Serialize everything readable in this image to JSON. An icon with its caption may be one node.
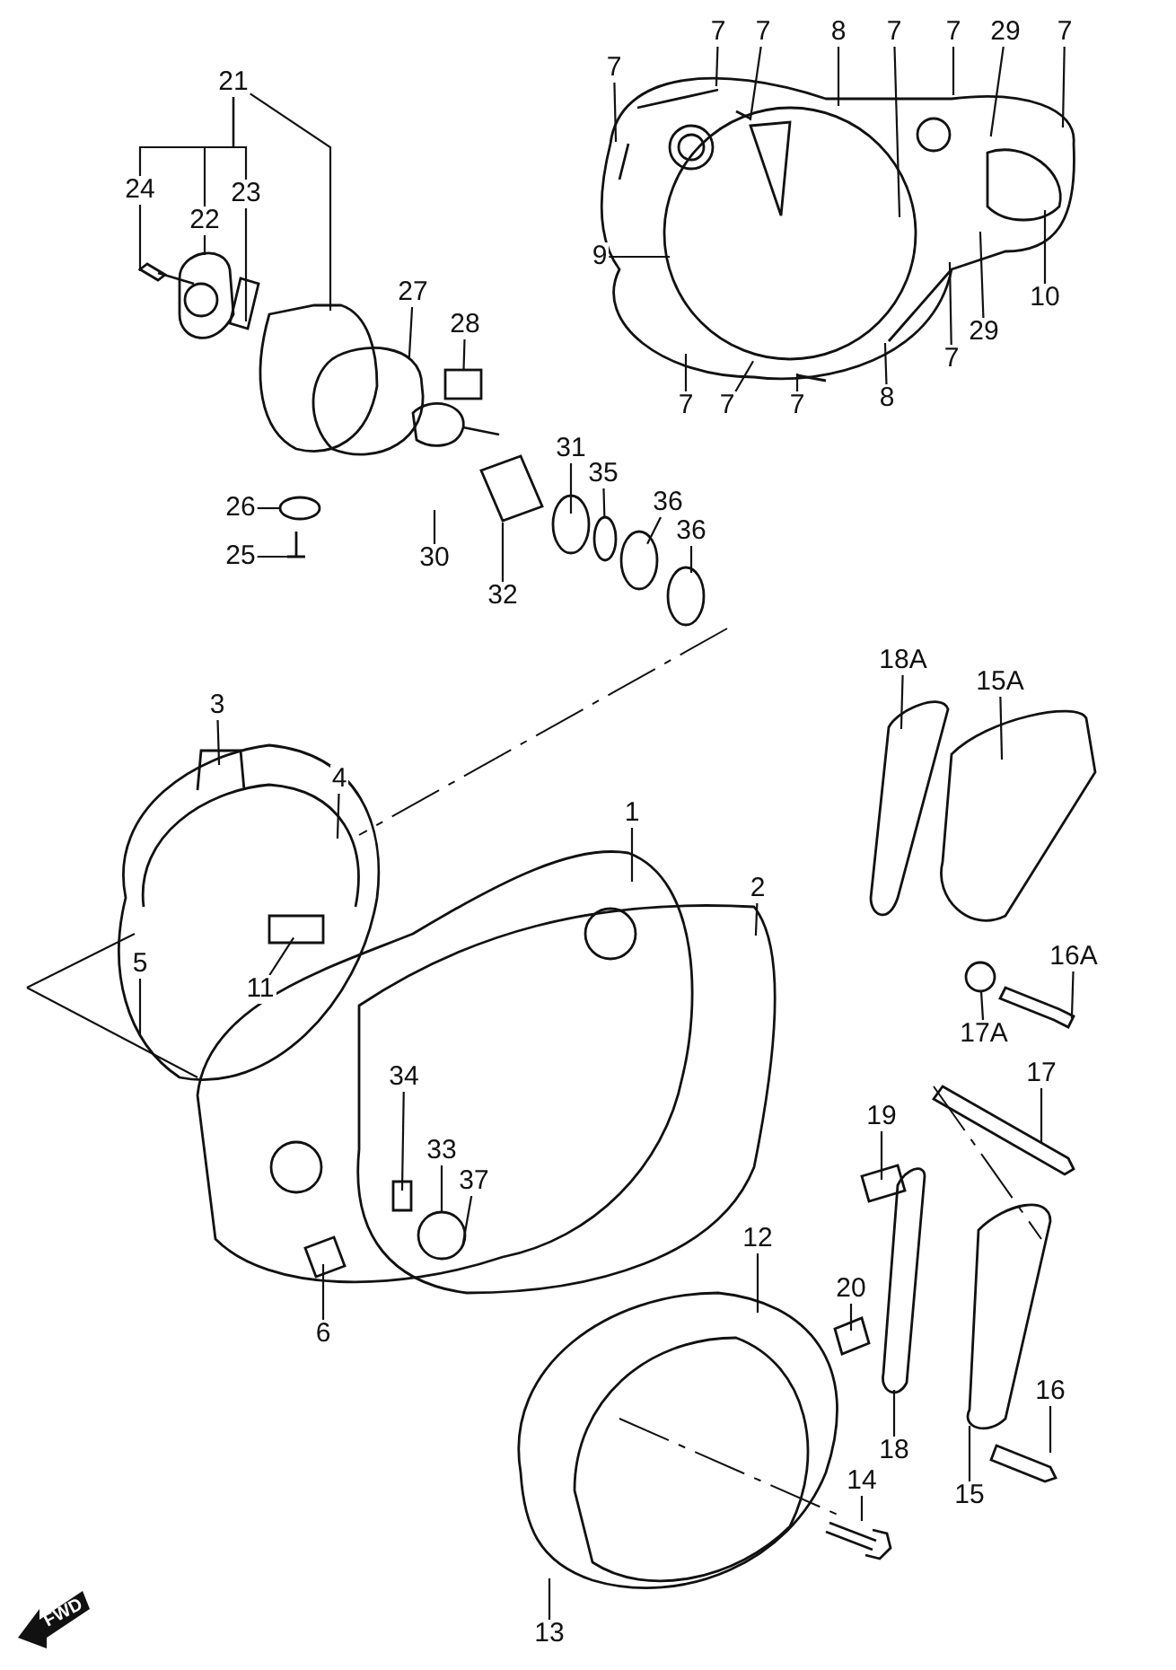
{
  "diagram": {
    "nodes": [
      {
        "text": [
          "21"
        ]
      },
      {
        "text": [
          "24"
        ]
      },
      {
        "text": [
          "22"
        ]
      },
      {
        "text": [
          "23"
        ]
      },
      {
        "text": [
          "27"
        ]
      },
      {
        "text": [
          "28"
        ]
      },
      {
        "text": [
          "31"
        ]
      },
      {
        "text": [
          "26"
        ]
      },
      {
        "text": [
          "25"
        ]
      },
      {
        "text": [
          "30"
        ]
      },
      {
        "text": [
          "32"
        ]
      },
      {
        "text": [
          "35"
        ]
      },
      {
        "text": [
          "36"
        ]
      },
      {
        "text": [
          "36"
        ]
      },
      {
        "text": [
          "7"
        ]
      },
      {
        "text": [
          "7"
        ]
      },
      {
        "text": [
          "7"
        ]
      },
      {
        "text": [
          "8"
        ]
      },
      {
        "text": [
          "7"
        ]
      },
      {
        "text": [
          "7"
        ]
      },
      {
        "text": [
          "29"
        ]
      },
      {
        "text": [
          "7"
        ]
      },
      {
        "text": [
          "9"
        ]
      },
      {
        "text": [
          "10"
        ]
      },
      {
        "text": [
          "29"
        ]
      },
      {
        "text": [
          "7"
        ]
      },
      {
        "text": [
          "8"
        ]
      },
      {
        "text": [
          "7"
        ]
      },
      {
        "text": [
          "7"
        ]
      },
      {
        "text": [
          "7"
        ]
      },
      {
        "text": [
          "3"
        ]
      },
      {
        "text": [
          "4"
        ]
      },
      {
        "text": [
          "1"
        ]
      },
      {
        "text": [
          "2"
        ]
      },
      {
        "text": [
          "5"
        ]
      },
      {
        "text": [
          "11"
        ]
      },
      {
        "text": [
          "18A"
        ]
      },
      {
        "text": [
          "15A"
        ]
      },
      {
        "text": [
          "16A"
        ]
      },
      {
        "text": [
          "17A"
        ]
      },
      {
        "text": [
          "17"
        ]
      },
      {
        "text": [
          "19"
        ]
      },
      {
        "text": [
          "34"
        ]
      },
      {
        "text": [
          "33"
        ]
      },
      {
        "text": [
          "37"
        ]
      },
      {
        "text": [
          "6"
        ]
      },
      {
        "text": [
          "12"
        ]
      },
      {
        "text": [
          "20"
        ]
      },
      {
        "text": [
          "16"
        ]
      },
      {
        "text": [
          "18"
        ]
      },
      {
        "text": [
          "15"
        ]
      },
      {
        "text": [
          "14"
        ]
      },
      {
        "text": [
          "13"
        ]
      },
      {
        "text": [],
        "shape": "box"
      },
      {
        "text": [],
        "shape": "circle"
      },
      {
        "text": [],
        "shape": "circle"
      },
      {
        "text": [],
        "shape": "circle"
      }
    ],
    "edges": [
      {
        "from": 0,
        "to": 1,
        "arrow": "none"
      },
      {
        "from": 0,
        "to": 2,
        "arrow": "none"
      },
      {
        "from": 0,
        "to": 3,
        "arrow": "none"
      },
      {
        "from": 0,
        "to": null,
        "arrow": "none"
      },
      {
        "from": 1,
        "to": null,
        "arrow": "none"
      },
      {
        "from": 2,
        "to": null,
        "arrow": "none"
      },
      {
        "from": 3,
        "to": null,
        "arrow": "none"
      },
      {
        "from": 4,
        "to": null,
        "arrow": "none"
      },
      {
        "from": 5,
        "to": 53,
        "arrow": "none"
      },
      {
        "from": 6,
        "to": null,
        "arrow": "none"
      },
      {
        "from": 7,
        "to": 54,
        "arrow": "none"
      },
      {
        "from": 8,
        "to": null,
        "arrow": "none"
      },
      {
        "from": 9,
        "to": null,
        "arrow": "none"
      },
      {
        "from": 10,
        "to": null,
        "arrow": "none"
      },
      {
        "from": 11,
        "to": 55,
        "arrow": "none"
      },
      {
        "from": 12,
        "to": null,
        "arrow": "none"
      },
      {
        "from": 13,
        "to": null,
        "arrow": "none"
      },
      {
        "from": 14,
        "to": null,
        "arrow": "none"
      },
      {
        "from": 15,
        "to": null,
        "arrow": "none"
      },
      {
        "from": 16,
        "to": null,
        "arrow": "none"
      },
      {
        "from": 17,
        "to": null,
        "arrow": "none"
      },
      {
        "from": 18,
        "to": null,
        "arrow": "none"
      },
      {
        "from": 19,
        "to": null,
        "arrow": "none"
      },
      {
        "from": 20,
        "to": null,
        "arrow": "none"
      },
      {
        "from": 21,
        "to": null,
        "arrow": "none"
      },
      {
        "from": 22,
        "to": null,
        "arrow": "none"
      },
      {
        "from": 23,
        "to": null,
        "arrow": "none"
      },
      {
        "from": 24,
        "to": null,
        "arrow": "none"
      },
      {
        "from": 25,
        "to": null,
        "arrow": "none"
      },
      {
        "from": 26,
        "to": null,
        "arrow": "none"
      },
      {
        "from": 27,
        "to": null,
        "arrow": "none"
      },
      {
        "from": 28,
        "to": null,
        "arrow": "none"
      },
      {
        "from": 29,
        "to": null,
        "arrow": "none"
      },
      {
        "from": 30,
        "to": null,
        "arrow": "none"
      },
      {
        "from": 31,
        "to": null,
        "arrow": "none"
      },
      {
        "from": 32,
        "to": null,
        "arrow": "none"
      },
      {
        "from": 33,
        "to": null,
        "arrow": "none"
      },
      {
        "from": 34,
        "to": null,
        "arrow": "none"
      },
      {
        "from": 35,
        "to": null,
        "arrow": "none"
      },
      {
        "from": 36,
        "to": null,
        "arrow": "none"
      },
      {
        "from": 37,
        "to": null,
        "arrow": "none"
      },
      {
        "from": 38,
        "to": null,
        "arrow": "none"
      },
      {
        "from": 39,
        "to": 56,
        "arrow": "none"
      },
      {
        "from": 40,
        "to": null,
        "arrow": "none"
      },
      {
        "from": 41,
        "to": null,
        "arrow": "none"
      },
      {
        "from": 42,
        "to": null,
        "arrow": "none"
      },
      {
        "from": 43,
        "to": null,
        "arrow": "none"
      },
      {
        "from": 44,
        "to": null,
        "arrow": "none"
      },
      {
        "from": 45,
        "to": null,
        "arrow": "none"
      },
      {
        "from": 46,
        "to": null,
        "arrow": "none"
      },
      {
        "from": 47,
        "to": null,
        "arrow": "none"
      },
      {
        "from": 48,
        "to": null,
        "arrow": "none"
      },
      {
        "from": 49,
        "to": null,
        "arrow": "none"
      },
      {
        "from": 50,
        "to": null,
        "arrow": "none"
      },
      {
        "from": 51,
        "to": null,
        "arrow": "none"
      },
      {
        "from": 52,
        "to": null,
        "arrow": "none"
      }
    ],
    "labels": [
      "FWD"
    ]
  }
}
